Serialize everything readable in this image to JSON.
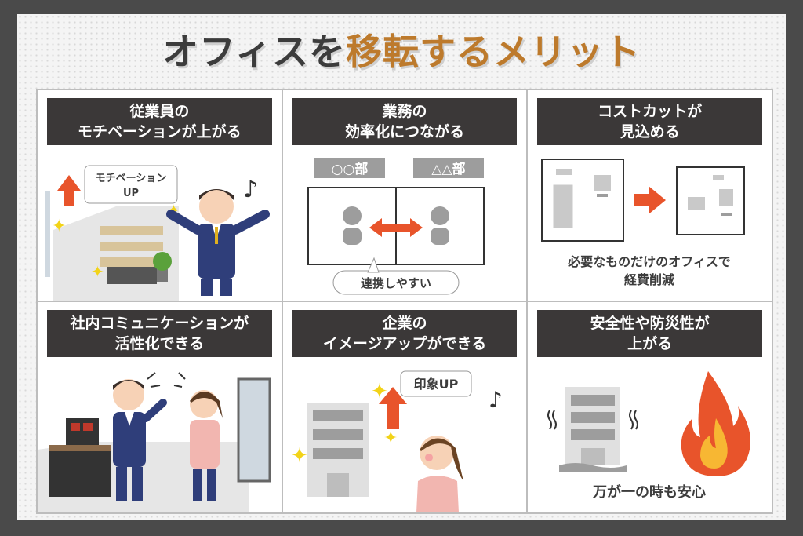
{
  "title": {
    "part1": "オフィスを",
    "part2": "移転するメリット"
  },
  "colors": {
    "frame": "#4a4a4a",
    "header_bg": "#3b3838",
    "accent": "#bd7a2c",
    "arrow": "#e8542b",
    "panel_border": "#bdbdbd"
  },
  "panels": [
    {
      "title_lines": [
        "従業員の",
        "モチベーションが上がる"
      ],
      "bubble_lines": [
        "モチベーション",
        "UP"
      ],
      "icons": [
        "up-arrow",
        "sparkle",
        "music-note",
        "businessman",
        "office-desks",
        "plant"
      ]
    },
    {
      "title_lines": [
        "業務の",
        "効率化につながる"
      ],
      "dept_a": "○○部",
      "dept_b": "△△部",
      "bubble": "連携しやすい",
      "icons": [
        "person",
        "double-arrow"
      ]
    },
    {
      "title_lines": [
        "コストカットが",
        "見込める"
      ],
      "caption_lines": [
        "必要なものだけのオフィスで",
        "経費削減"
      ],
      "icons": [
        "floor-plan",
        "right-arrow"
      ]
    },
    {
      "title_lines": [
        "社内コミュニケーションが",
        "活性化できる"
      ],
      "icons": [
        "businessman",
        "businesswoman",
        "vending-machine",
        "window"
      ]
    },
    {
      "title_lines": [
        "企業の",
        "イメージアップができる"
      ],
      "bubble": "印象UP",
      "icons": [
        "building",
        "up-arrow",
        "sparkle",
        "music-note",
        "woman"
      ]
    },
    {
      "title_lines": [
        "安全性や防災性が",
        "上がる"
      ],
      "caption": "万が一の時も安心",
      "icons": [
        "shaking-building",
        "fire"
      ]
    }
  ]
}
